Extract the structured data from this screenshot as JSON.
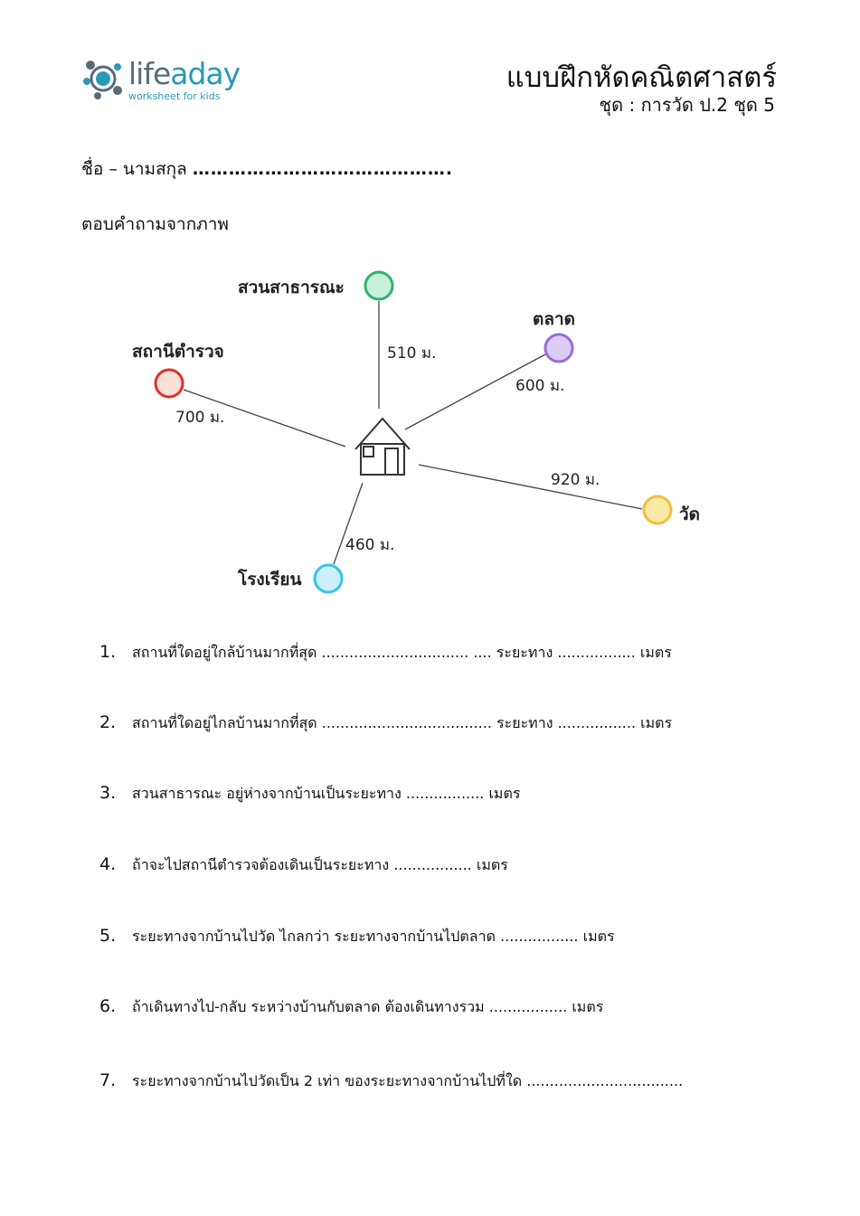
{
  "header": {
    "logo_text_a": "life",
    "logo_text_b": "aday",
    "logo_tagline": "worksheet for kids",
    "title": "แบบฝึกหัดคณิตศาสตร์",
    "subtitle": "ชุด : การวัด ป.2 ชุด 5"
  },
  "name_line": {
    "label": "ชื่อ – นามสกุล",
    "blank": "……………………………………."
  },
  "instruction": "ตอบคำถามจากภาพ",
  "diagram": {
    "places": [
      {
        "name": "สวนสาธารณะ",
        "distance": "510 ม.",
        "color": "#2fb36b",
        "fill": "#c8efd9"
      },
      {
        "name": "ตลาด",
        "distance": "600 ม.",
        "color": "#9b6bd6",
        "fill": "#dccdf5"
      },
      {
        "name": "สถานีตำรวจ",
        "distance": "700 ม.",
        "color": "#e0302a",
        "fill": "#fbe1d8"
      },
      {
        "name": "วัด",
        "distance": "920 ม.",
        "color": "#f2c13a",
        "fill": "#fde9a8"
      },
      {
        "name": "โรงเรียน",
        "distance": "460 ม.",
        "color": "#3cc3e6",
        "fill": "#cdeffa"
      }
    ]
  },
  "questions": [
    {
      "num": "1.",
      "text": "สถานที่ใดอยู่ใกล้บ้านมากที่สุด  ................................ .... ระยะทาง ................. เมตร"
    },
    {
      "num": "2.",
      "text": "สถานที่ใดอยู่ไกลบ้านมากที่สุด  ..................................... ระยะทาง ................. เมตร"
    },
    {
      "num": "3.",
      "text": "สวนสาธารณะ อยู่ห่างจากบ้านเป็นระยะทาง ................. เมตร"
    },
    {
      "num": "4.",
      "text": "ถ้าจะไปสถานีตำรวจต้องเดินเป็นระยะทาง ................. เมตร"
    },
    {
      "num": "5.",
      "text": "ระยะทางจากบ้านไปวัด ไกลกว่า ระยะทางจากบ้านไปตลาด ................. เมตร"
    },
    {
      "num": "6.",
      "text": "ถ้าเดินทางไป-กลับ ระหว่างบ้านกับตลาด ต้องเดินทางรวม ................. เมตร"
    },
    {
      "num": "7.",
      "text": "ระยะทางจากบ้านไปวัดเป็น 2 เท่า ของระยะทางจากบ้านไปที่ใด .................................."
    }
  ]
}
